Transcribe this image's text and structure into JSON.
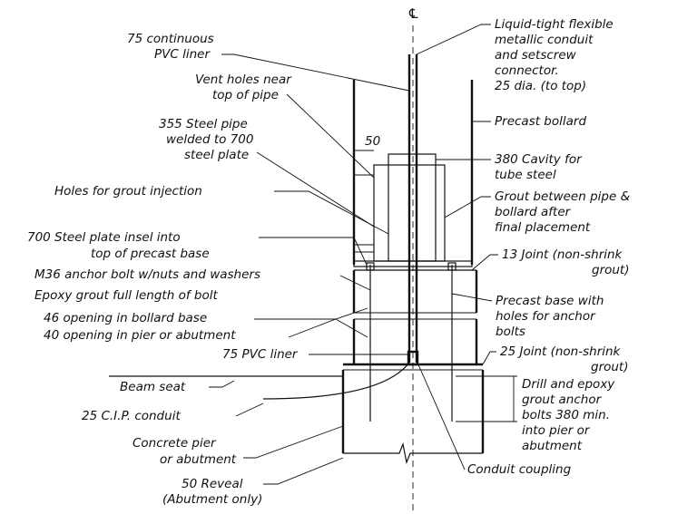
{
  "centerline_symbol": "℄",
  "labels": {
    "pvc_liner_top": [
      "75 continuous",
      "PVC liner"
    ],
    "vent_holes": [
      "Vent holes near",
      "top of pipe"
    ],
    "steel_pipe": [
      "355 Steel pipe",
      "welded to 700",
      "steel plate"
    ],
    "dim_50": "50",
    "grout_holes": "Holes for grout injection",
    "steel_plate": [
      "700 Steel plate insel into",
      "top of precast base"
    ],
    "anchor_bolt": "M36 anchor bolt w/nuts and washers",
    "epoxy_grout": "Epoxy grout full length of bolt",
    "opening_base": "46 opening in bollard base",
    "opening_pier": "40 opening in pier or abutment",
    "pvc_liner_bottom": "75 PVC liner",
    "beam_seat": "Beam seat",
    "cip_conduit": "25 C.I.P. conduit",
    "concrete_pier": [
      "Concrete pier",
      "or abutment"
    ],
    "reveal": [
      "50 Reveal",
      "(Abutment only)"
    ],
    "flexible_conduit": [
      "Liquid-tight flexible",
      "metallic conduit",
      "and setscrew",
      "connector.",
      "25 dia. (to top)"
    ],
    "precast_bollard": "Precast bollard",
    "cavity": [
      "380 Cavity for",
      "tube steel"
    ],
    "grout_between": [
      "Grout between pipe &",
      "bollard after",
      "final placement"
    ],
    "joint_13": [
      "13 Joint (non-shrink",
      "grout)"
    ],
    "precast_base": [
      "Precast base with",
      "holes for anchor",
      "bolts"
    ],
    "joint_25": [
      "25 Joint (non-shrink",
      "grout)"
    ],
    "drill_epoxy": [
      "Drill and epoxy",
      "grout anchor",
      "bolts 380 min.",
      "into pier or",
      "abutment"
    ],
    "conduit_coupling": "Conduit coupling"
  }
}
